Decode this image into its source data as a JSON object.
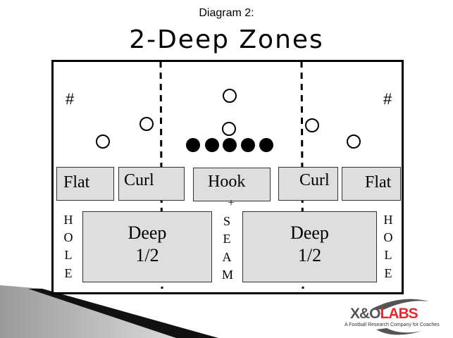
{
  "slide": {
    "subtitle": "Diagram 2:",
    "title": "2-Deep Zones"
  },
  "field": {
    "hash_left": "#",
    "hash_right": "#",
    "zones": {
      "flat_left": "Flat",
      "curl_left": "Curl",
      "hook": "Hook",
      "curl_right": "Curl",
      "flat_right": "Flat",
      "deep_left": [
        "Deep",
        "1/2"
      ],
      "deep_right": [
        "Deep",
        "1/2"
      ]
    },
    "hole_left": [
      "H",
      "O",
      "L",
      "E"
    ],
    "seam": [
      "S",
      "E",
      "A",
      "M"
    ],
    "seam_marker": "+",
    "hole_right": [
      "H",
      "O",
      "L",
      "E"
    ]
  },
  "logo": {
    "brand_left": "X&O",
    "brand_right": "LABS",
    "tagline": "A Football Research Company for Coaches",
    "accent": "#e8262c"
  }
}
